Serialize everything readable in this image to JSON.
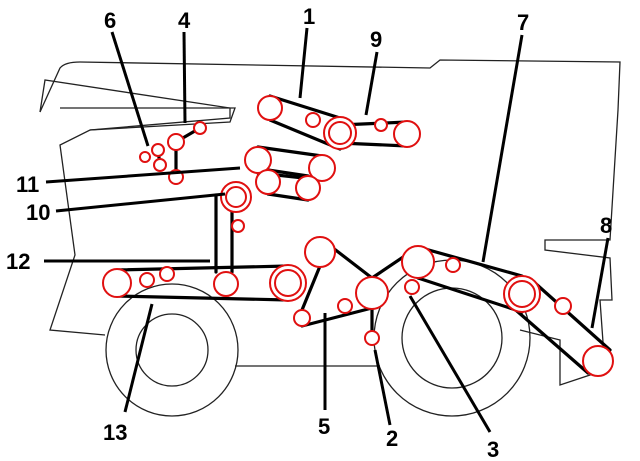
{
  "diagram": {
    "title": "Combine belt layout",
    "labels": [
      "1",
      "2",
      "3",
      "4",
      "5",
      "6",
      "7",
      "8",
      "9",
      "10",
      "11",
      "12",
      "13"
    ],
    "colors": {
      "pulley": "#e01010",
      "belt": "#000000",
      "outline": "#222222"
    }
  }
}
